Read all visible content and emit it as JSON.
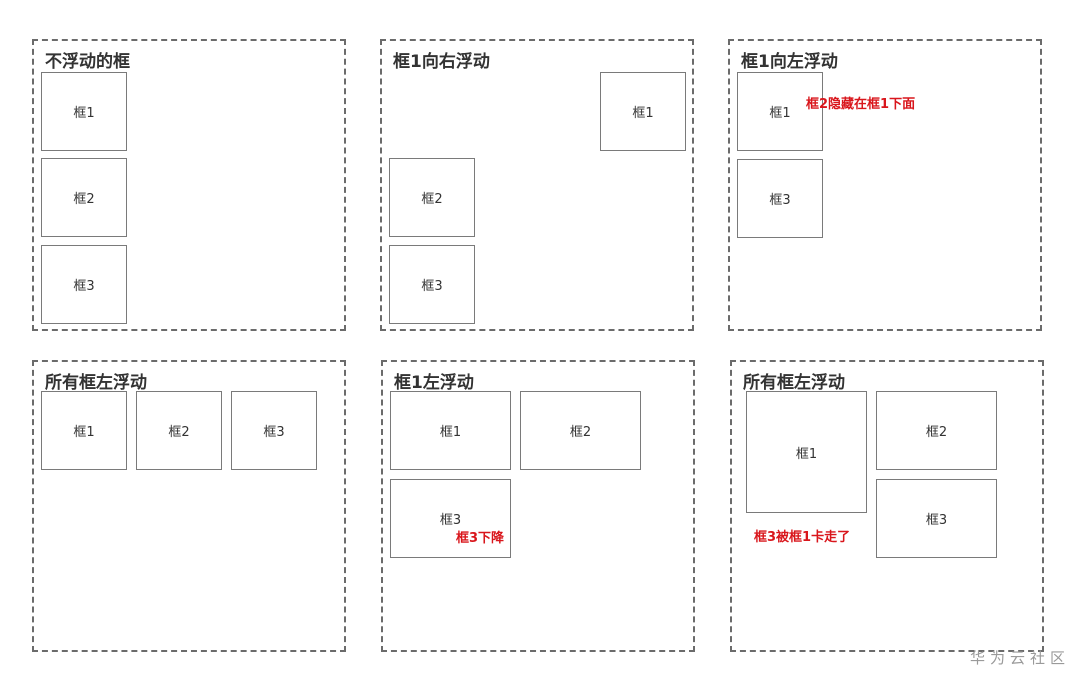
{
  "panels": [
    {
      "title": "不浮动的框",
      "boxes": [
        "框1",
        "框2",
        "框3"
      ]
    },
    {
      "title": "框1向右浮动",
      "boxes": [
        "框1",
        "框2",
        "框3"
      ]
    },
    {
      "title": "框1向左浮动",
      "boxes": [
        "框1",
        "框3"
      ],
      "note": "框2隐藏在框1下面"
    },
    {
      "title": "所有框左浮动",
      "boxes": [
        "框1",
        "框2",
        "框3"
      ]
    },
    {
      "title": "框1左浮动",
      "boxes": [
        "框1",
        "框2",
        "框3"
      ],
      "note": "框3下降"
    },
    {
      "title": "所有框左浮动",
      "boxes": [
        "框1",
        "框2",
        "框3"
      ],
      "note": "框3被框1卡走了"
    }
  ],
  "watermark": "华为云社区",
  "colors": {
    "border": "#6b6b6b",
    "note": "#d9161c",
    "title": "#333333"
  }
}
